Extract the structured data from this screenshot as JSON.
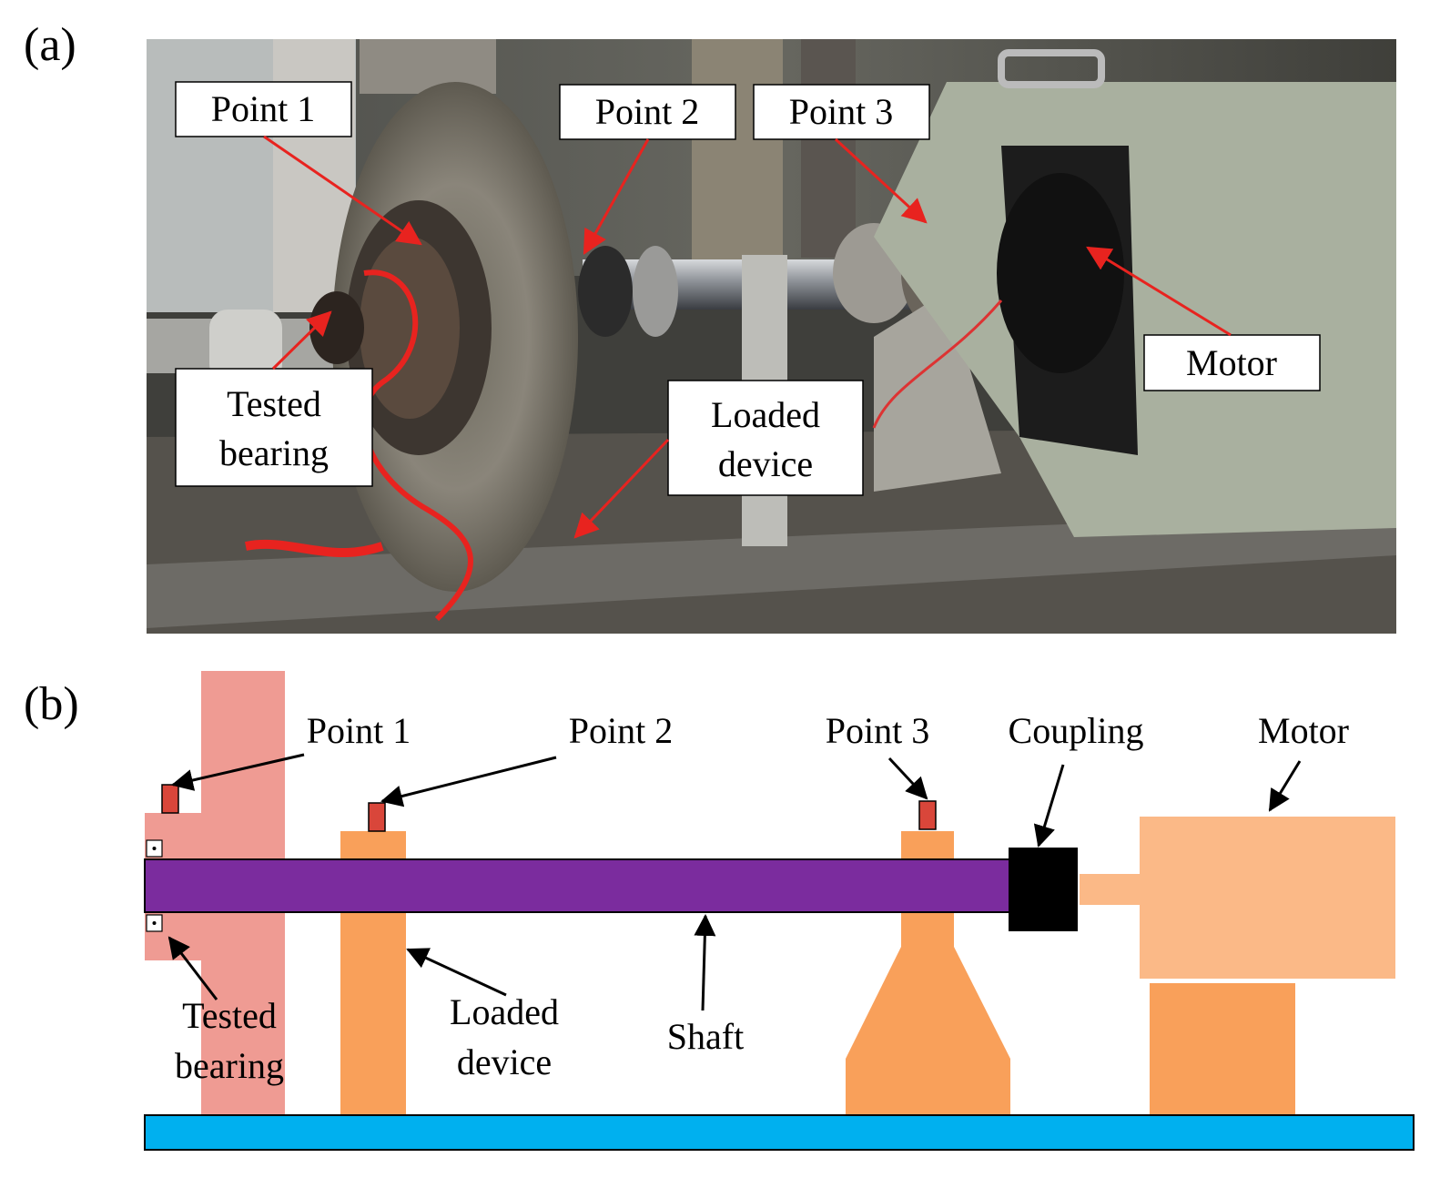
{
  "panel_a": {
    "tag": "(a)",
    "labels": {
      "point1": "Point 1",
      "point2": "Point 2",
      "point3": "Point 3",
      "motor": "Motor",
      "tested_bearing_l1": "Tested",
      "tested_bearing_l2": "bearing",
      "loaded_device_l1": "Loaded",
      "loaded_device_l2": "device"
    }
  },
  "panel_b": {
    "tag": "(b)",
    "labels": {
      "point1": "Point 1",
      "point2": "Point 2",
      "point3": "Point 3",
      "coupling": "Coupling",
      "motor": "Motor",
      "tested_bearing_l1": "Tested",
      "tested_bearing_l2": "bearing",
      "loaded_device_l1": "Loaded",
      "loaded_device_l2": "device",
      "shaft": "Shaft"
    }
  },
  "colors": {
    "arrow_red": "#e8231f",
    "shaft": "#7b2c9e",
    "support": "#f9a05a",
    "motor_body": "#fbb987",
    "bearing_housing": "#ef9b93",
    "sensor": "#d9463a",
    "coupling": "#000000",
    "base": "#00b0ef"
  }
}
